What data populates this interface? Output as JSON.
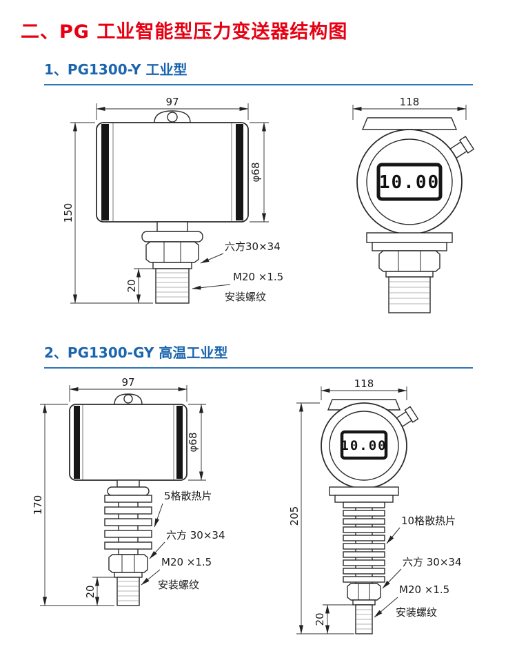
{
  "page": {
    "title": "二、PG 工业智能型压力变送器结构图"
  },
  "colors": {
    "title_red": "#e60012",
    "heading_blue": "#1b65ae",
    "rule_blue": "#2e75b6"
  },
  "sections": [
    {
      "heading": "1、PG1300-Y 工业型",
      "side": {
        "dim_width": "97",
        "dim_height": "150",
        "dim_thread_len": "20",
        "dim_diameter": "φ68",
        "hex_label": "六方30×34",
        "thread_label": "M20 ×1.5",
        "mount_label": "安装螺纹"
      },
      "front": {
        "dim_width": "118",
        "display_value": "10.00"
      }
    },
    {
      "heading": "2、PG1300-GY 高温工业型",
      "side": {
        "dim_width": "97",
        "dim_height": "170",
        "dim_thread_len": "20",
        "dim_diameter": "φ68",
        "fins_label": "5格散热片",
        "hex_label": "六方 30×34",
        "thread_label": "M20 ×1.5",
        "mount_label": "安装螺纹"
      },
      "front": {
        "dim_width": "118",
        "dim_height": "205",
        "dim_thread_len": "20",
        "display_value": "10.00",
        "fins_label": "10格散热片",
        "hex_label": "六方 30×34",
        "thread_label": "M20 ×1.5",
        "mount_label": "安装螺纹"
      }
    }
  ]
}
